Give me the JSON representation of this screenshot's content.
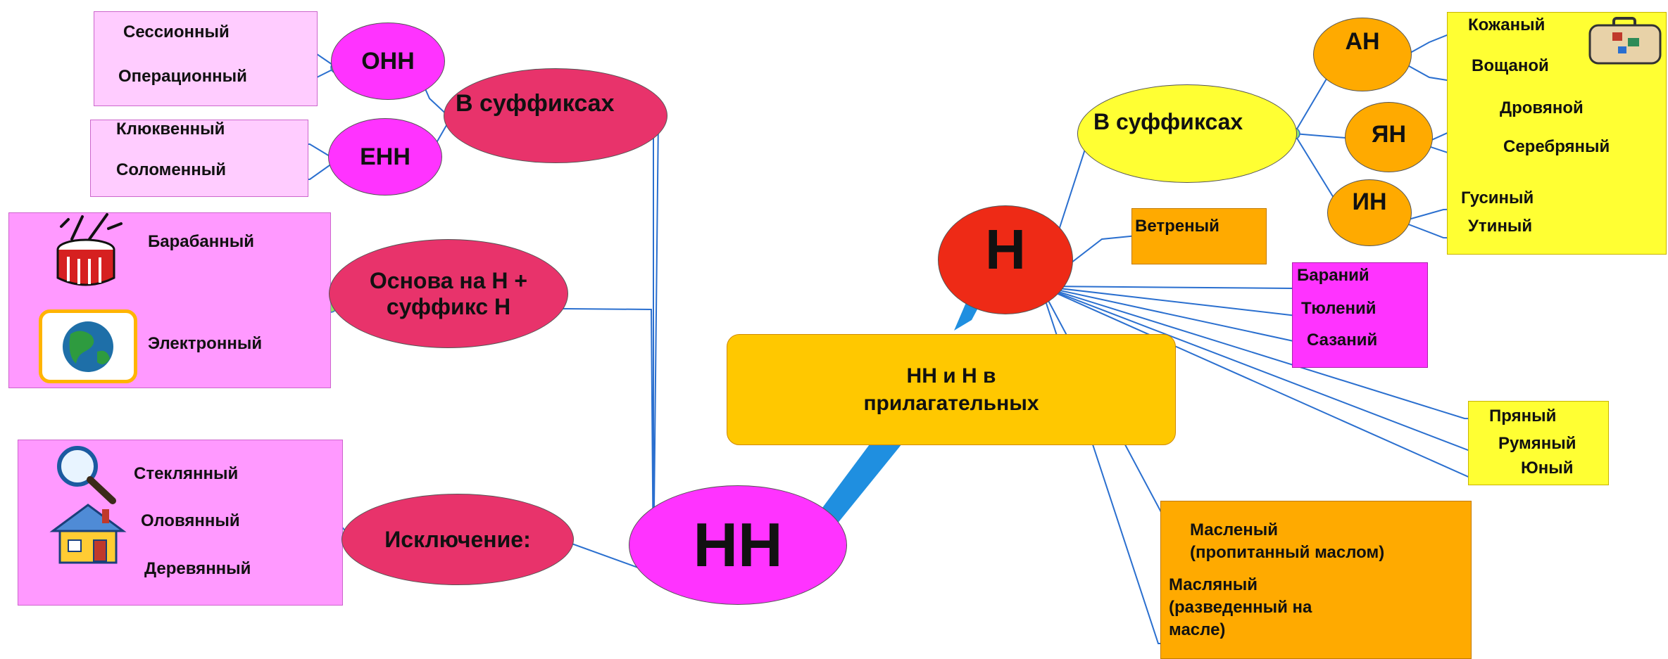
{
  "colors": {
    "magenta": "#ff33ff",
    "crimson": "#e8336b",
    "pink_box": "#ffccff",
    "pink_box2": "#ff99ff",
    "yellow": "#ffff33",
    "orange": "#ffaa00",
    "amber": "#ffc800",
    "red": "#ee2a16",
    "line": "#2a6fcf"
  },
  "center": {
    "text": "НН и Н в прилагательных"
  },
  "nn": {
    "label": "НН",
    "suffix_node": "В суффиксах",
    "onn": {
      "label": "ОНН",
      "words": [
        "Сессионный",
        "Операционный"
      ]
    },
    "enn": {
      "label": "ЕНН",
      "words": [
        "Клюквенный",
        "Соломенный"
      ]
    },
    "base": {
      "label": "Основа на Н + суффикс Н",
      "words": [
        "Барабанный",
        "Электронный"
      ],
      "icons": [
        "drum-icon",
        "globe-icon"
      ]
    },
    "exceptions": {
      "label": "Исключение:",
      "words": [
        "Стеклянный",
        "Оловянный",
        "Деревянный"
      ],
      "icons": [
        "magnifier-icon",
        "house-icon"
      ]
    }
  },
  "n": {
    "label": "Н",
    "suffix_node": "В суффиксах",
    "an": {
      "label": "АН",
      "words": [
        "Кожаный",
        "Вощаной"
      ],
      "icon": "suitcase-icon"
    },
    "yan": {
      "label": "ЯН",
      "words": [
        "Дровяной",
        "Серебряный"
      ]
    },
    "in": {
      "label": "ИН",
      "words": [
        "Гусиный",
        "Утиный"
      ]
    },
    "ветреный": "Ветреный",
    "iy_words": [
      "Бараний",
      "Тюлений",
      "Сазаний"
    ],
    "yan_words": [
      "Пряный",
      "Румяный",
      "Юный"
    ],
    "oil": {
      "line1a": "Масленый",
      "line1b": "(пропитанный маслом)",
      "line2a": "Масляный",
      "line2b": "(разведенный на",
      "line2c": "масле)"
    }
  }
}
